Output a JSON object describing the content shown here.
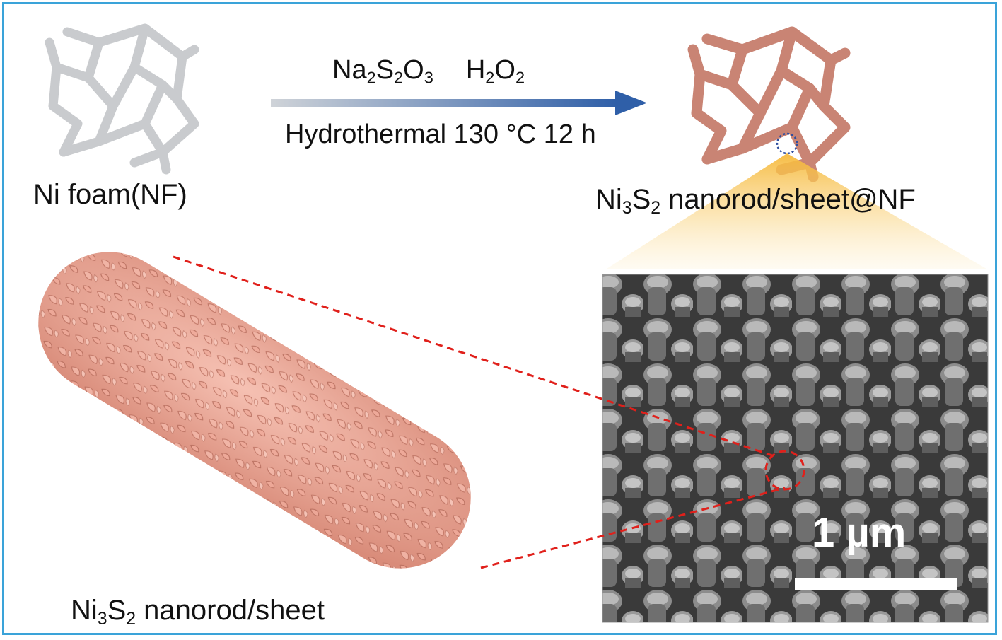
{
  "labels": {
    "ni_foam": "Ni foam(NF)",
    "product": {
      "pre": "Ni",
      "sub1": "3",
      "mid": "S",
      "sub2": "2",
      "post": " nanorod/sheet@NF"
    },
    "nanorod": {
      "pre": "Ni",
      "sub1": "3",
      "mid": "S",
      "sub2": "2",
      "post": " nanorod/sheet"
    }
  },
  "reaction": {
    "reagent1": {
      "a": "Na",
      "s1": "2",
      "b": "S",
      "s2": "2",
      "c": "O",
      "s3": "3"
    },
    "reagent2": {
      "a": "H",
      "s1": "2",
      "b": "O",
      "s2": "2"
    },
    "condition": "Hydrothermal 130 °C 12 h"
  },
  "sem": {
    "scale_bar_label": "1 µm"
  },
  "colors": {
    "frame": "#3aa3d9",
    "arrow_start": "#cfd3d8",
    "arrow_end": "#2f5fa8",
    "foam_raw": "#c9cbce",
    "foam_coated": "#c98474",
    "nanorod": "#e8a393",
    "dashed_connector": "#e0201b",
    "zoom_cone": "#f7c95c"
  }
}
